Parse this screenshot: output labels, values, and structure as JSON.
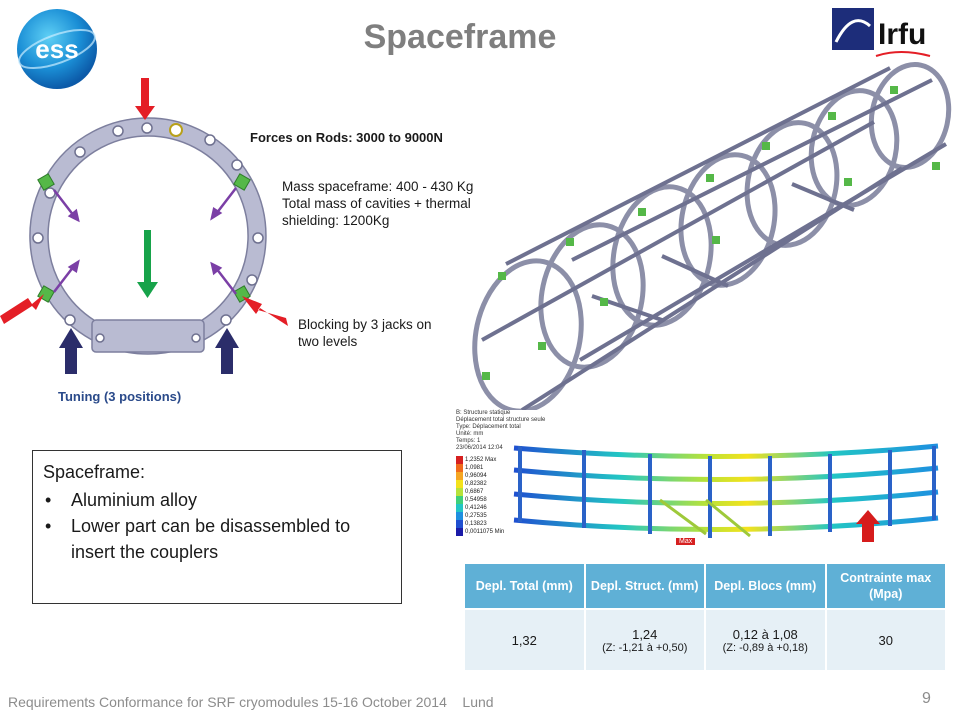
{
  "slide": {
    "title": "Spaceframe",
    "page_number": "9",
    "footer": "Requirements Conformance for SRF cryomodules 15-16 October 2014    Lund"
  },
  "logos": {
    "left": "ess",
    "right": "Irfu"
  },
  "diagram": {
    "forces_label": "Forces on Rods: 3000 to 9000N",
    "mass_label": "Mass spaceframe: 400 - 430 Kg Total mass of cavities + thermal shielding: 1200Kg",
    "mass_lines": [
      "Mass spaceframe: 400 - 430 Kg",
      "Total mass of cavities + thermal",
      "shielding: 1200Kg"
    ],
    "blocking_lines": [
      "Blocking by 3 jacks on",
      "two levels"
    ],
    "tuning_label": "Tuning (3 positions)",
    "colors": {
      "frame": "#b9bbd2",
      "red_arrow": "#e41e26",
      "green_arrow": "#17a34a",
      "purple_arrow": "#7b3fa6",
      "navy_arrow": "#2b2d6a",
      "pad": "#55b848"
    }
  },
  "fea": {
    "header_lines": [
      "B: Structure statique",
      "Déplacement total structure seule",
      "Type: Déplacement total",
      "Unité: mm",
      "Temps: 1",
      "23/06/2014 12:04"
    ],
    "legend": [
      "1,2352 Max",
      "1,0981",
      "0,96094",
      "0,82382",
      "0,6867",
      "0,54958",
      "0,41246",
      "0,27535",
      "0,13823",
      "0,0011075 Min"
    ],
    "max_tag": "Max",
    "legend_colors": [
      "#d62020",
      "#f06a1a",
      "#f5a623",
      "#f4e21b",
      "#b7e23a",
      "#3fd07a",
      "#22c6c4",
      "#1e8fe0",
      "#1f4fd0",
      "#1b1ba8"
    ]
  },
  "textbox": {
    "heading": "Spaceframe:",
    "bullets": [
      "Aluminium alloy",
      "Lower part can be disassembled to insert the couplers"
    ]
  },
  "table": {
    "headers": [
      "Depl. Total (mm)",
      "Depl. Struct. (mm)",
      "Depl. Blocs (mm)",
      "Contrainte max (Mpa)"
    ],
    "row": [
      {
        "main": "1,32",
        "sub": ""
      },
      {
        "main": "1,24",
        "sub": "(Z: -1,21 à +0,50)"
      },
      {
        "main": "0,12 à 1,08",
        "sub": "(Z: -0,89 à +0,18)"
      },
      {
        "main": "30",
        "sub": ""
      }
    ]
  }
}
